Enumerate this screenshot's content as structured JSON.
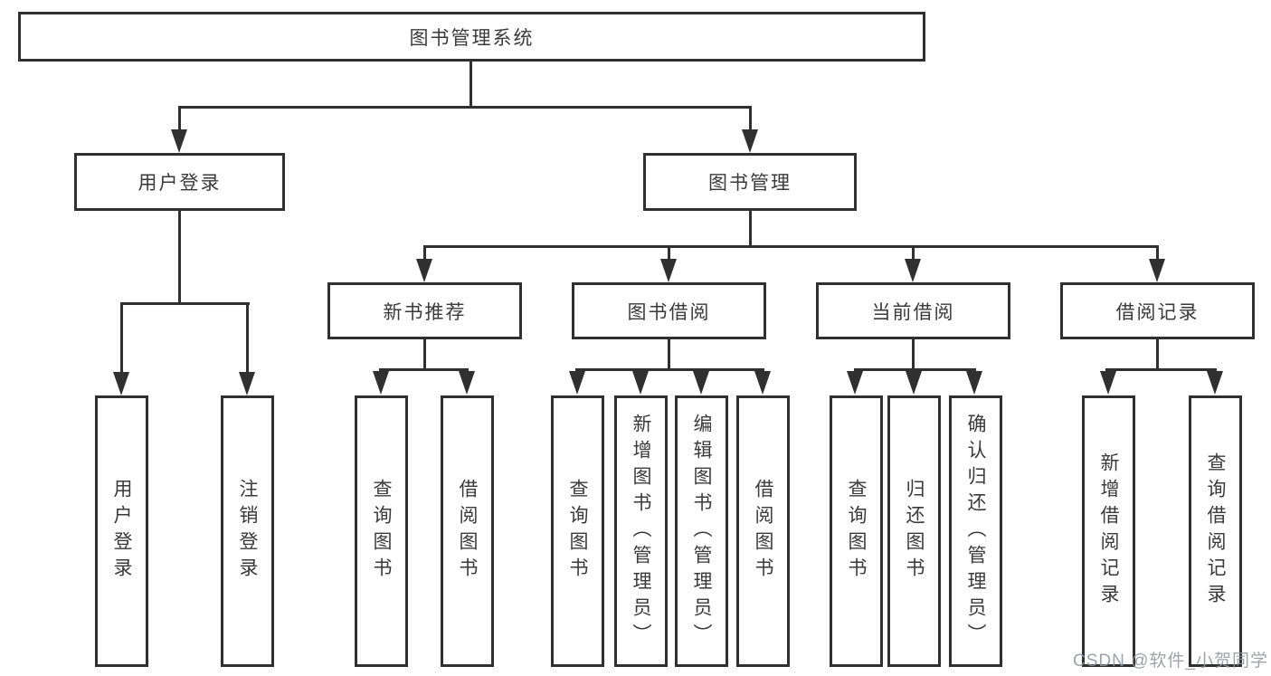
{
  "diagram_title": "图书管理系统",
  "nodes": {
    "root": "图书管理系统",
    "user_login": "用户登录",
    "book_mgmt": "图书管理",
    "new_book_rec": "新书推荐",
    "book_borrow": "图书借阅",
    "current_borrow": "当前借阅",
    "borrow_record": "借阅记录",
    "ul_user_login": "用户登录",
    "ul_logout": "注销登录",
    "nb_query_book": "查询图书",
    "nb_borrow_book": "借阅图书",
    "bb_query_book": "查询图书",
    "bb_add_book": "新增图书（管理员）",
    "bb_edit_book": "编辑图书（管理员）",
    "bb_borrow_book": "借阅图书",
    "cb_query_book": "查询图书",
    "cb_return_book": "归还图书",
    "cb_confirm_return": "确认归还（管理员）",
    "br_add_record": "新增借阅记录",
    "br_query_record": "查询借阅记录"
  },
  "structure": {
    "图书管理系统": {
      "用户登录": [
        "用户登录",
        "注销登录"
      ],
      "图书管理": {
        "新书推荐": [
          "查询图书",
          "借阅图书"
        ],
        "图书借阅": [
          "查询图书",
          "新增图书（管理员）",
          "编辑图书（管理员）",
          "借阅图书"
        ],
        "当前借阅": [
          "查询图书",
          "归还图书",
          "确认归还（管理员）"
        ],
        "借阅记录": [
          "新增借阅记录",
          "查询借阅记录"
        ]
      }
    }
  },
  "watermark": "CSDN @软件_小贺同学",
  "colors": {
    "line": "#303030",
    "text": "#3a3a3a",
    "background": "#ffffff",
    "watermark": "#90969d"
  }
}
